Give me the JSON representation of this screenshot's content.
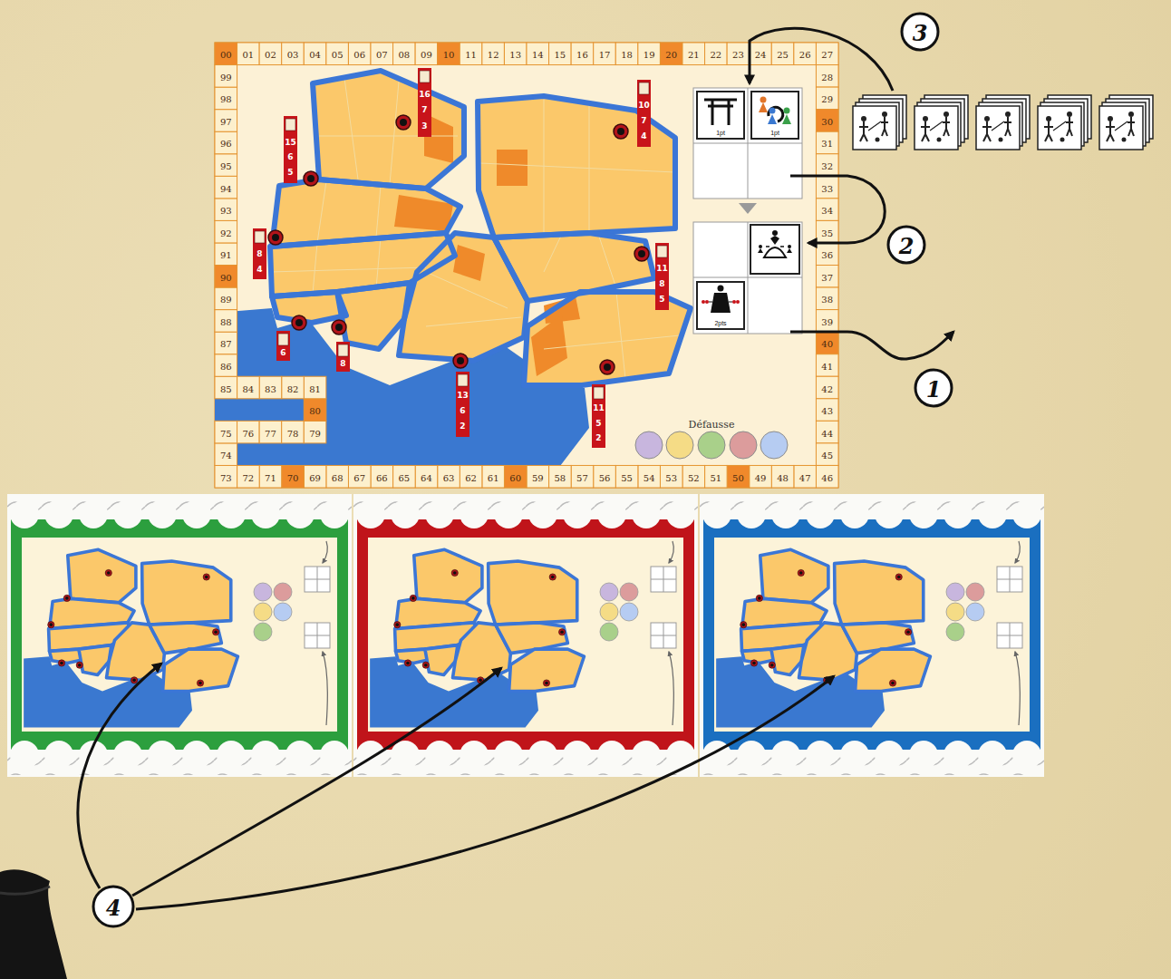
{
  "diagram": {
    "nodes": [
      {
        "text": [
          "1pt"
        ]
      },
      {
        "text": [
          "1pt"
        ]
      },
      {
        "text": [
          "2pts"
        ]
      }
    ],
    "labels": [
      "00",
      "01",
      "02",
      "03",
      "04",
      "05",
      "06",
      "07",
      "08",
      "09",
      "10",
      "11",
      "12",
      "13",
      "14",
      "15",
      "16",
      "17",
      "18",
      "19",
      "20",
      "21",
      "22",
      "23",
      "24",
      "25",
      "26",
      "27",
      "28",
      "29",
      "30",
      "31",
      "32",
      "33",
      "34",
      "35",
      "36",
      "37",
      "38",
      "39",
      "40",
      "41",
      "42",
      "43",
      "44",
      "45",
      "46",
      "47",
      "48",
      "49",
      "50",
      "51",
      "52",
      "53",
      "54",
      "55",
      "56",
      "57",
      "58",
      "59",
      "60",
      "61",
      "62",
      "63",
      "64",
      "65",
      "66",
      "67",
      "68",
      "69",
      "70",
      "71",
      "72",
      "73",
      "74",
      "75",
      "76",
      "77",
      "78",
      "79",
      "80",
      "81",
      "82",
      "83",
      "84",
      "85",
      "86",
      "87",
      "88",
      "89",
      "90",
      "91",
      "92",
      "93",
      "94",
      "95",
      "96",
      "97",
      "98",
      "99",
      "16",
      "7",
      "3",
      "15",
      "6",
      "5",
      "10",
      "7",
      "4",
      "8",
      "4",
      "11",
      "8",
      "5",
      "6",
      "8",
      "13",
      "6",
      "2",
      "11",
      "5",
      "2",
      "Défausse",
      "3",
      "2",
      "1",
      "4"
    ]
  }
}
